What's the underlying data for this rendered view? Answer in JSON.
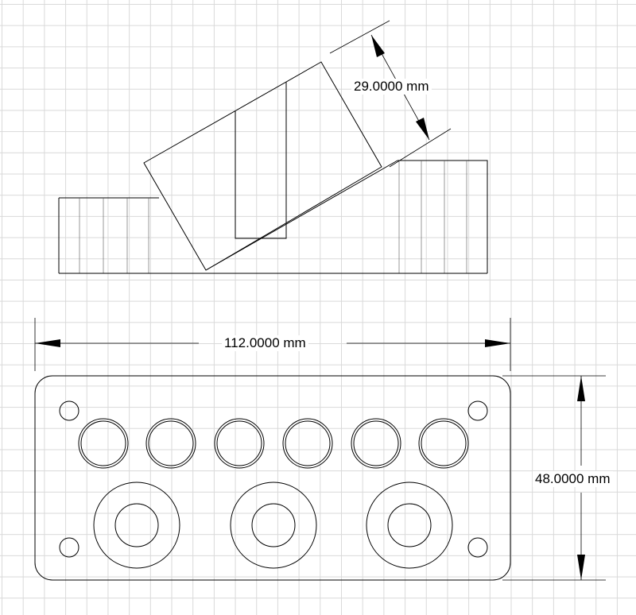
{
  "dimensions": {
    "angled_height": "29.0000 mm",
    "overall_width": "112.0000 mm",
    "overall_height": "48.0000 mm"
  },
  "views": {
    "side_view": "side-view",
    "top_view": "front-plate-view"
  },
  "plate": {
    "small_hole_rows": 1,
    "small_holes_per_row": 6,
    "large_holes": 3,
    "mounting_holes": 4
  }
}
